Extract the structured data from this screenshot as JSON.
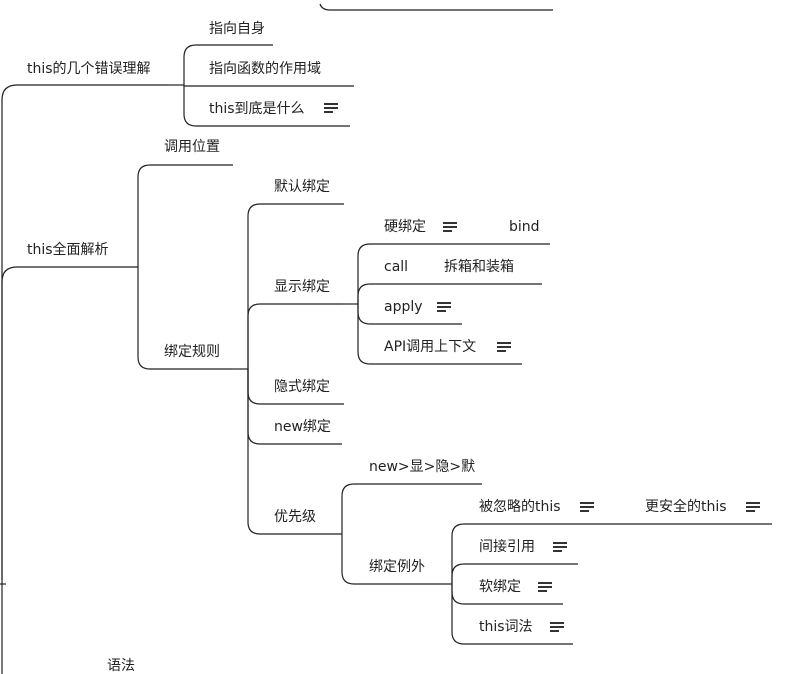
{
  "mindmap": {
    "nodes": [
      {
        "id": "misunderstand",
        "label": "this的几个错误理解"
      },
      {
        "id": "self",
        "label": "指向自身"
      },
      {
        "id": "scope",
        "label": "指向函数的作用域"
      },
      {
        "id": "whatis",
        "label": "this到底是什么",
        "has_note": true
      },
      {
        "id": "analysis",
        "label": "this全面解析"
      },
      {
        "id": "callsite",
        "label": "调用位置"
      },
      {
        "id": "rules",
        "label": "绑定规则"
      },
      {
        "id": "default",
        "label": "默认绑定"
      },
      {
        "id": "explicit",
        "label": "显示绑定"
      },
      {
        "id": "hard",
        "label": "硬绑定",
        "has_note": true
      },
      {
        "id": "bind",
        "label": "bind"
      },
      {
        "id": "call",
        "label": "call"
      },
      {
        "id": "boxing",
        "label": "拆箱和装箱"
      },
      {
        "id": "apply",
        "label": "apply",
        "has_note": true
      },
      {
        "id": "apicontext",
        "label": "API调用上下文",
        "has_note": true
      },
      {
        "id": "implicit",
        "label": "隐式绑定"
      },
      {
        "id": "new",
        "label": "new绑定"
      },
      {
        "id": "priority",
        "label": "优先级"
      },
      {
        "id": "order",
        "label": "new>显>隐>默"
      },
      {
        "id": "exceptions",
        "label": "绑定例外"
      },
      {
        "id": "ignored",
        "label": "被忽略的this",
        "has_note": true
      },
      {
        "id": "safer",
        "label": "更安全的this",
        "has_note": true
      },
      {
        "id": "indirect",
        "label": "间接引用",
        "has_note": true
      },
      {
        "id": "soft",
        "label": "软绑定",
        "has_note": true
      },
      {
        "id": "lexical",
        "label": "this词法",
        "has_note": true
      },
      {
        "id": "syntax",
        "label": "语法"
      }
    ]
  },
  "colors": {
    "line": "#222222",
    "text": "#222222",
    "background": "#ffffff"
  },
  "icons": {
    "note": "note-lines-icon"
  }
}
